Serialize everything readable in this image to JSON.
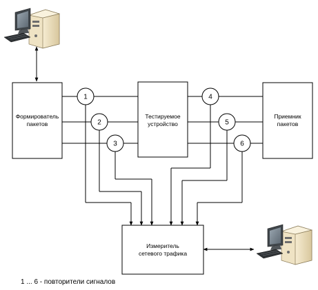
{
  "boxes": {
    "generator": [
      "Формирователь",
      "пакетов"
    ],
    "device_under_test": [
      "Тестируемое",
      "устройство"
    ],
    "receiver": [
      "Приемник",
      "пакетов"
    ],
    "meter": [
      "Измеритель",
      "сетевого трафика"
    ]
  },
  "repeaters": [
    "1",
    "2",
    "3",
    "4",
    "5",
    "6"
  ],
  "caption": "1 ... 6 - повторители сигналов",
  "icons": {
    "computer_top": "desktop-computer-icon",
    "computer_bottom": "desktop-computer-icon"
  }
}
